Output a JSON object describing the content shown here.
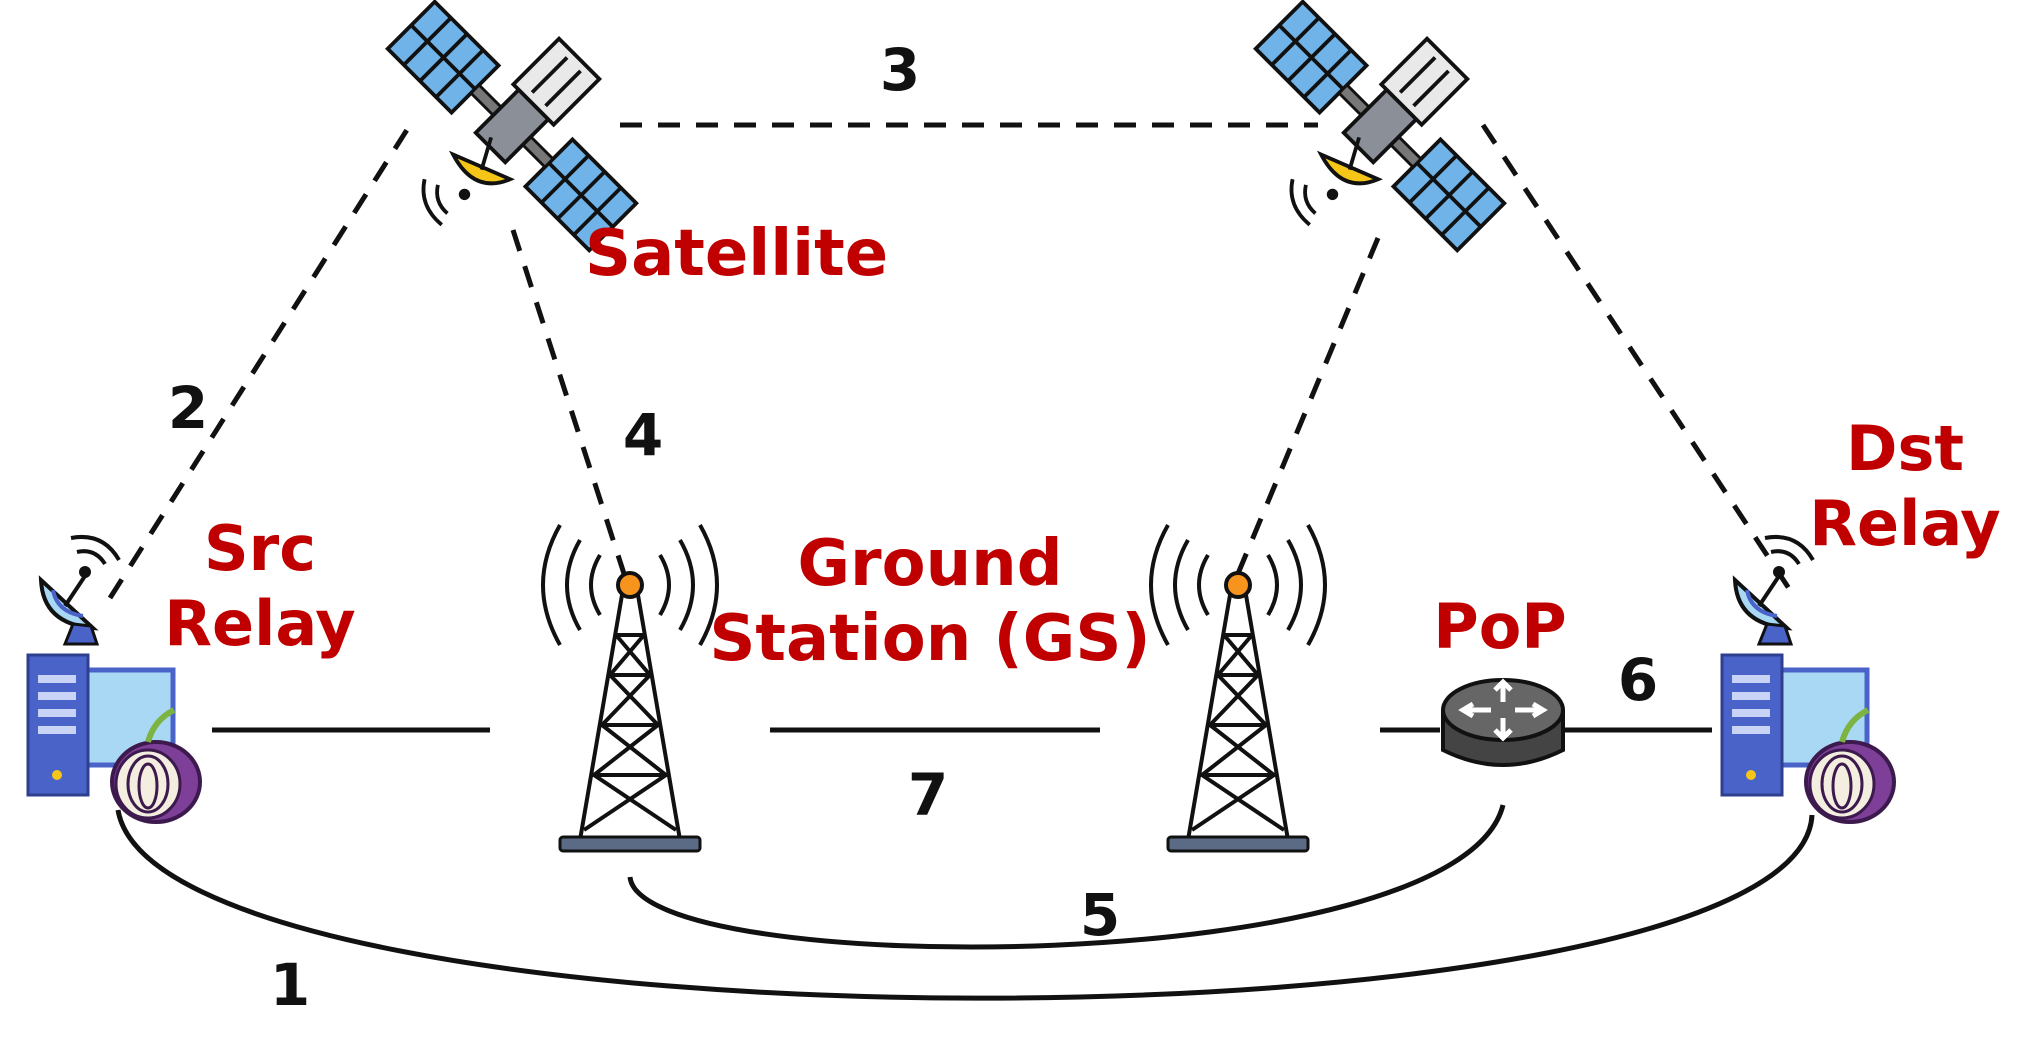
{
  "labels": {
    "satellite": "Satellite",
    "src_relay_line1": "Src",
    "src_relay_line2": "Relay",
    "dst_relay_line1": "Dst",
    "dst_relay_line2": "Relay",
    "ground_station_line1": "Ground",
    "ground_station_line2": "Station (GS)",
    "pop": "PoP"
  },
  "link_numbers": {
    "link1": "1",
    "link2": "2",
    "link3": "3",
    "link4": "4",
    "link5": "5",
    "link6": "6",
    "link7": "7"
  },
  "colors": {
    "label_red": "#c00000",
    "panel_blue": "#6fb3e8",
    "dish_yellow": "#f5c518",
    "server_blue": "#4a63c9",
    "tor_purple": "#7e3f98",
    "router_gray": "#555555"
  },
  "icons": [
    "satellite-icon",
    "satellite-dish-icon",
    "server-icon",
    "tor-onion-icon",
    "cell-tower-icon",
    "router-icon"
  ]
}
